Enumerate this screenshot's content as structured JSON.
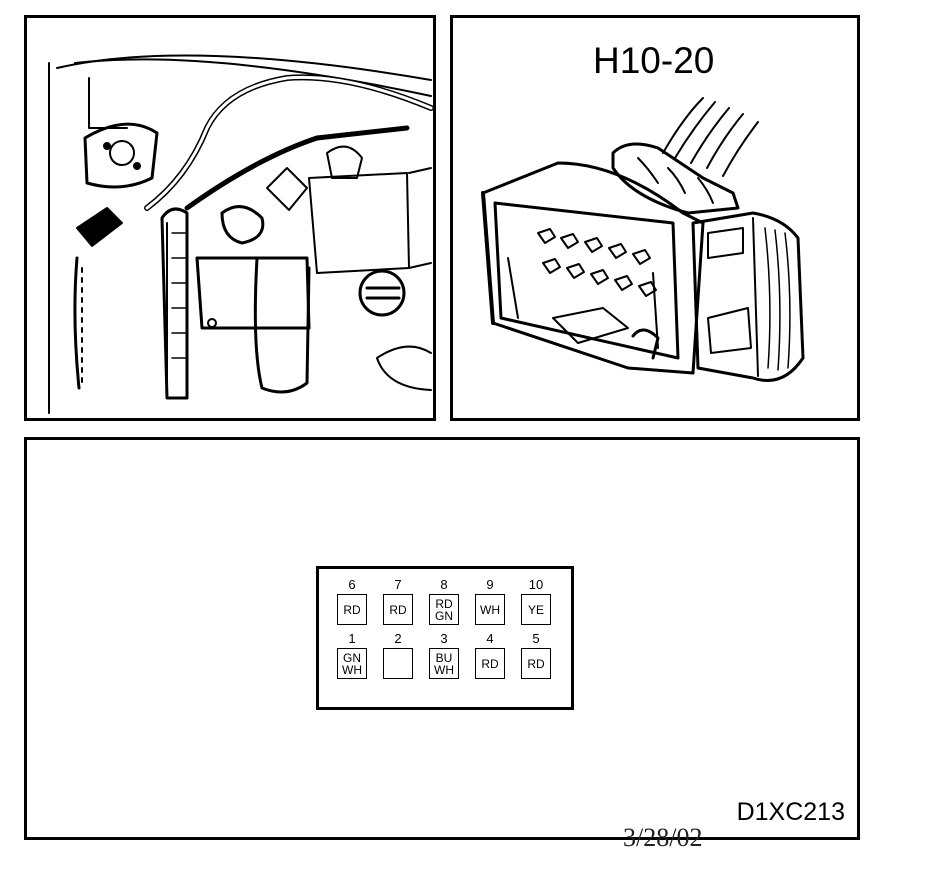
{
  "connector": {
    "id": "H10-20",
    "diagram_code": "D1XC213",
    "date": "3/28/02"
  },
  "pinout": {
    "top_row": [
      {
        "pin": "6",
        "colors": [
          "RD"
        ]
      },
      {
        "pin": "7",
        "colors": [
          "RD"
        ]
      },
      {
        "pin": "8",
        "colors": [
          "RD",
          "GN"
        ]
      },
      {
        "pin": "9",
        "colors": [
          "WH"
        ]
      },
      {
        "pin": "10",
        "colors": [
          "YE"
        ]
      }
    ],
    "bottom_row": [
      {
        "pin": "1",
        "colors": [
          "GN",
          "WH"
        ]
      },
      {
        "pin": "2",
        "colors": []
      },
      {
        "pin": "3",
        "colors": [
          "BU",
          "WH"
        ]
      },
      {
        "pin": "4",
        "colors": [
          "RD"
        ]
      },
      {
        "pin": "5",
        "colors": [
          "RD"
        ]
      }
    ]
  }
}
